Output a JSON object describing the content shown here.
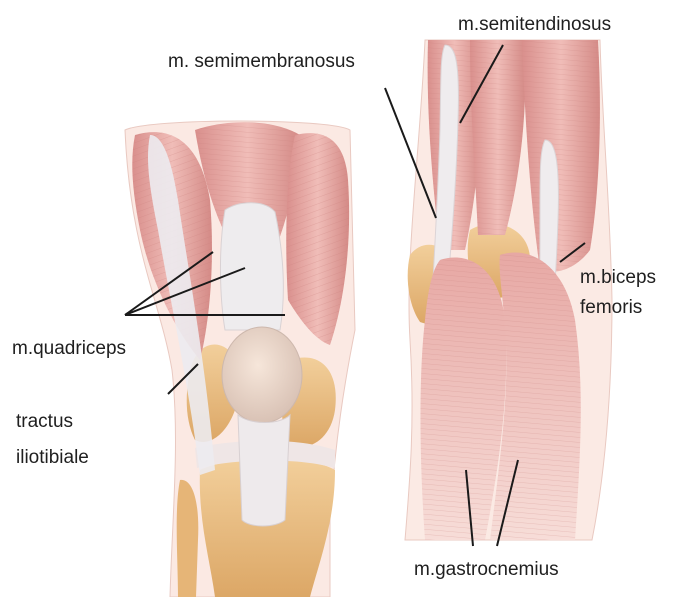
{
  "labels": {
    "semitendinosus": "m.semitendinosus",
    "semimembranosus": "m. semimembranosus",
    "quadriceps": "m.quadriceps",
    "tractus_line1": "tractus",
    "tractus_line2": "iliotibiale",
    "biceps_line1": "m.biceps",
    "biceps_line2": "femoris",
    "gastrocnemius": "m.gastrocnemius"
  },
  "colors": {
    "muscle": "#e6aaa6",
    "muscle_dark": "#c98380",
    "tendon": "#ece9ea",
    "bone": "#e8b97c",
    "skin": "#fbe6df",
    "leader_line": "#1a1a1a"
  }
}
